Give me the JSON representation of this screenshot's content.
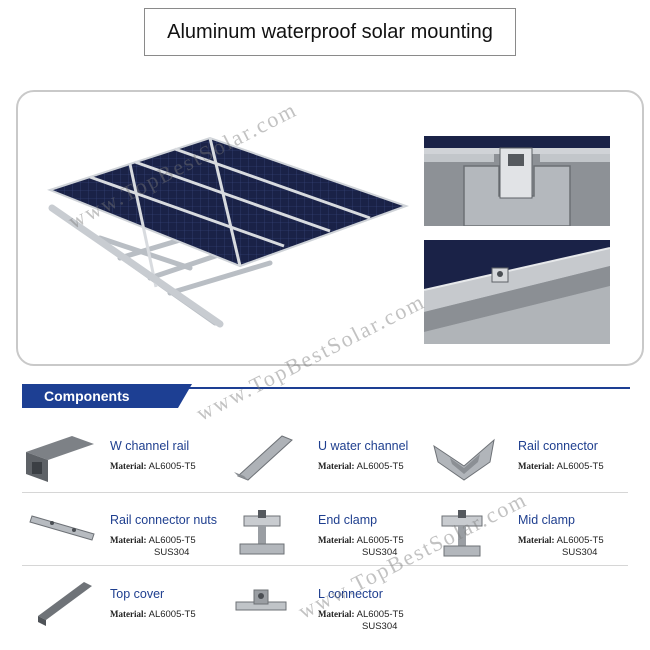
{
  "title": "Aluminum waterproof solar mounting",
  "watermark": "www.TopBestSolar.com",
  "section": {
    "label": "Components"
  },
  "colors": {
    "accent": "#1d3f93",
    "panel": "#1a2247",
    "rail": "#bfc3c8"
  },
  "components": [
    {
      "name": "W channel rail",
      "material_label": "Material:",
      "material": [
        "AL6005-T5"
      ],
      "icon": "w-channel-rail-icon"
    },
    {
      "name": "U water channel",
      "material_label": "Material:",
      "material": [
        "AL6005-T5"
      ],
      "icon": "u-water-channel-icon"
    },
    {
      "name": "Rail connector",
      "material_label": "Material:",
      "material": [
        "AL6005-T5"
      ],
      "icon": "rail-connector-icon"
    },
    {
      "name": "Rail connector nuts",
      "material_label": "Material:",
      "material": [
        "AL6005-T5",
        "SUS304"
      ],
      "icon": "rail-connector-nuts-icon"
    },
    {
      "name": "End clamp",
      "material_label": "Material:",
      "material": [
        "AL6005-T5",
        "SUS304"
      ],
      "icon": "end-clamp-icon"
    },
    {
      "name": "Mid clamp",
      "material_label": "Material:",
      "material": [
        "AL6005-T5",
        "SUS304"
      ],
      "icon": "mid-clamp-icon"
    },
    {
      "name": "Top cover",
      "material_label": "Material:",
      "material": [
        "AL6005-T5"
      ],
      "icon": "top-cover-icon"
    },
    {
      "name": "L connector",
      "material_label": "Material:",
      "material": [
        "AL6005-T5",
        "SUS304"
      ],
      "icon": "l-connector-icon"
    }
  ]
}
